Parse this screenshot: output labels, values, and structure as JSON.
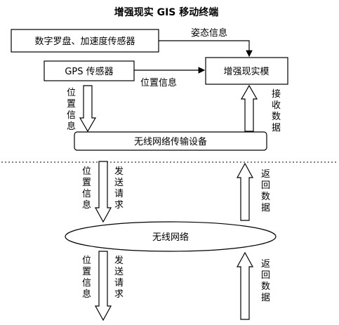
{
  "title": "增强现实 GIS 移动终端",
  "nodes": {
    "sensor_compass": "数字罗盘、加速度传感器",
    "gps": "GPS 传感器",
    "ar_module": "增强现实模",
    "wireless_device": "无线网络传输设备",
    "wireless_network": "无线网络"
  },
  "edges": {
    "attitude_info": "姿态信息",
    "position_info_h": "位置信息",
    "position_info_v1": "位置信息",
    "receive_data": "接收数据",
    "position_info_v2": "位置信息",
    "send_request_1": "发送请求",
    "return_data_1": "返回数据",
    "position_info_v3": "位置信息",
    "send_request_2": "发送请求",
    "return_data_2": "返回数据"
  }
}
